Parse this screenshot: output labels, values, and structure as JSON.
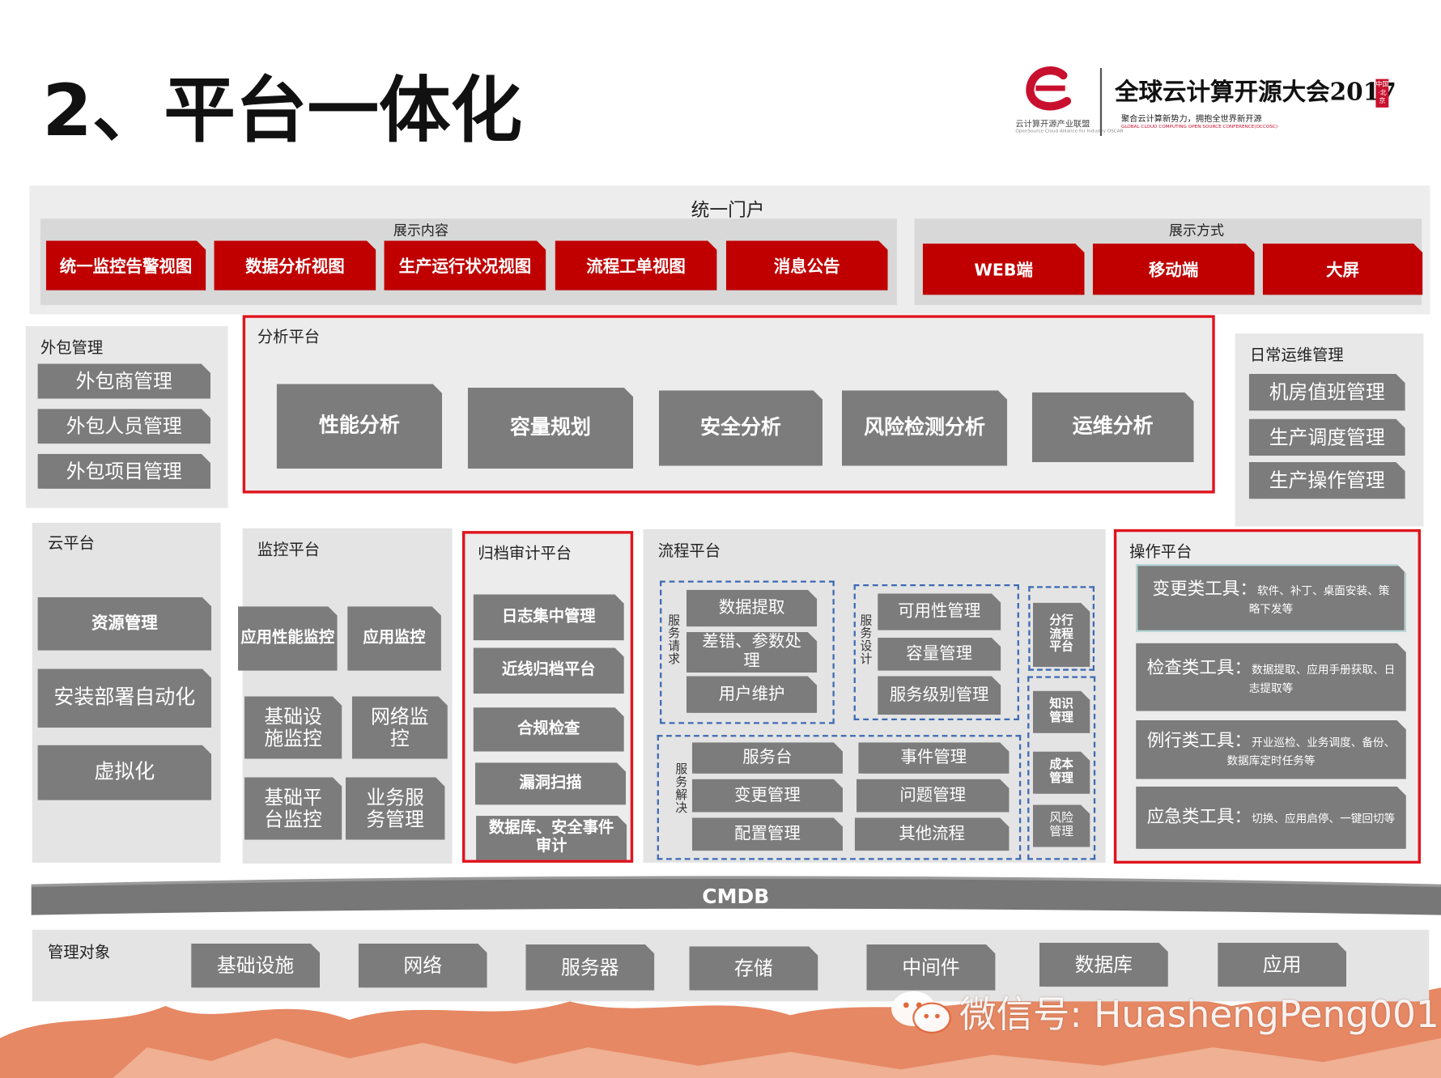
{
  "title": "2、平台一体化",
  "logo": {
    "org_name": "云计算开源产业联盟",
    "org_name_en": "OpenSource Cloud Alliance for Industry OSCAR",
    "conference": "全球云计算开源大会2017",
    "slogan": "聚合云计算新势力，拥抱全世界新开源",
    "conference_en": "GLOBAL CLOUD COMPUTING OPEN SOURCE CONFERENCE(OCCOSC)",
    "location": "中国·北京"
  },
  "portal": {
    "title": "统一门户",
    "content": {
      "label": "展示内容",
      "items": [
        "统一监控告警视图",
        "数据分析视图",
        "生产运行状况视图",
        "流程工单视图",
        "消息公告"
      ]
    },
    "mode": {
      "label": "展示方式",
      "items": [
        "WEB端",
        "移动端",
        "大屏"
      ]
    }
  },
  "outsourcing": {
    "title": "外包管理",
    "items": [
      "外包商管理",
      "外包人员管理",
      "外包项目管理"
    ]
  },
  "analysis": {
    "title": "分析平台",
    "items": [
      "性能分析",
      "容量规划",
      "安全分析",
      "风险检测分析",
      "运维分析"
    ]
  },
  "daily_ops": {
    "title": "日常运维管理",
    "items": [
      "机房值班管理",
      "生产调度管理",
      "生产操作管理"
    ]
  },
  "cloud": {
    "title": "云平台",
    "items": [
      "资源管理",
      "安装部署自动化",
      "虚拟化"
    ]
  },
  "monitor": {
    "title": "监控平台",
    "items": [
      "应用性能监控",
      "应用监控",
      "基础设施监控",
      "网络监控",
      "基础平台监控",
      "业务服务管理"
    ]
  },
  "audit": {
    "title": "归档审计平台",
    "items": [
      "日志集中管理",
      "近线归档平台",
      "合规检查",
      "漏洞扫描",
      "数据库、安全事件审计"
    ]
  },
  "process": {
    "title": "流程平台",
    "service_request": {
      "label": "服务请求",
      "items": [
        "数据提取",
        "差错、参数处理",
        "用户维护"
      ]
    },
    "service_design": {
      "label": "服务设计",
      "items": [
        "可用性管理",
        "容量管理",
        "服务级别管理"
      ]
    },
    "service_resolve": {
      "label": "服务解决",
      "items": [
        "服务台",
        "事件管理",
        "变更管理",
        "问题管理",
        "配置管理",
        "其他流程"
      ]
    },
    "side": [
      "分行流程平台",
      "知识管理",
      "成本管理",
      "风险管理"
    ]
  },
  "operation": {
    "title": "操作平台",
    "tools": [
      {
        "name": "变更类工具：",
        "desc": "软件、补丁、桌面安装、策略下发等"
      },
      {
        "name": "检查类工具：",
        "desc": "数据提取、应用手册获取、日志提取等"
      },
      {
        "name": "例行类工具：",
        "desc": "开业巡检、业务调度、备份、数据库定时任务等"
      },
      {
        "name": "应急类工具：",
        "desc": "切换、应用启停、一键回切等"
      }
    ]
  },
  "cmdb": "CMDB",
  "managed_objects": {
    "title": "管理对象",
    "items": [
      "基础设施",
      "网络",
      "服务器",
      "存储",
      "中间件",
      "数据库",
      "应用"
    ]
  },
  "watermark": "微信号: HuashengPeng001",
  "colors": {
    "accent_red": "#c00000",
    "border_red": "#e0141e",
    "gray_box": "#7c7c7c",
    "panel_bg": "#e4e4e4",
    "dash_blue": "#3d6ab3"
  }
}
